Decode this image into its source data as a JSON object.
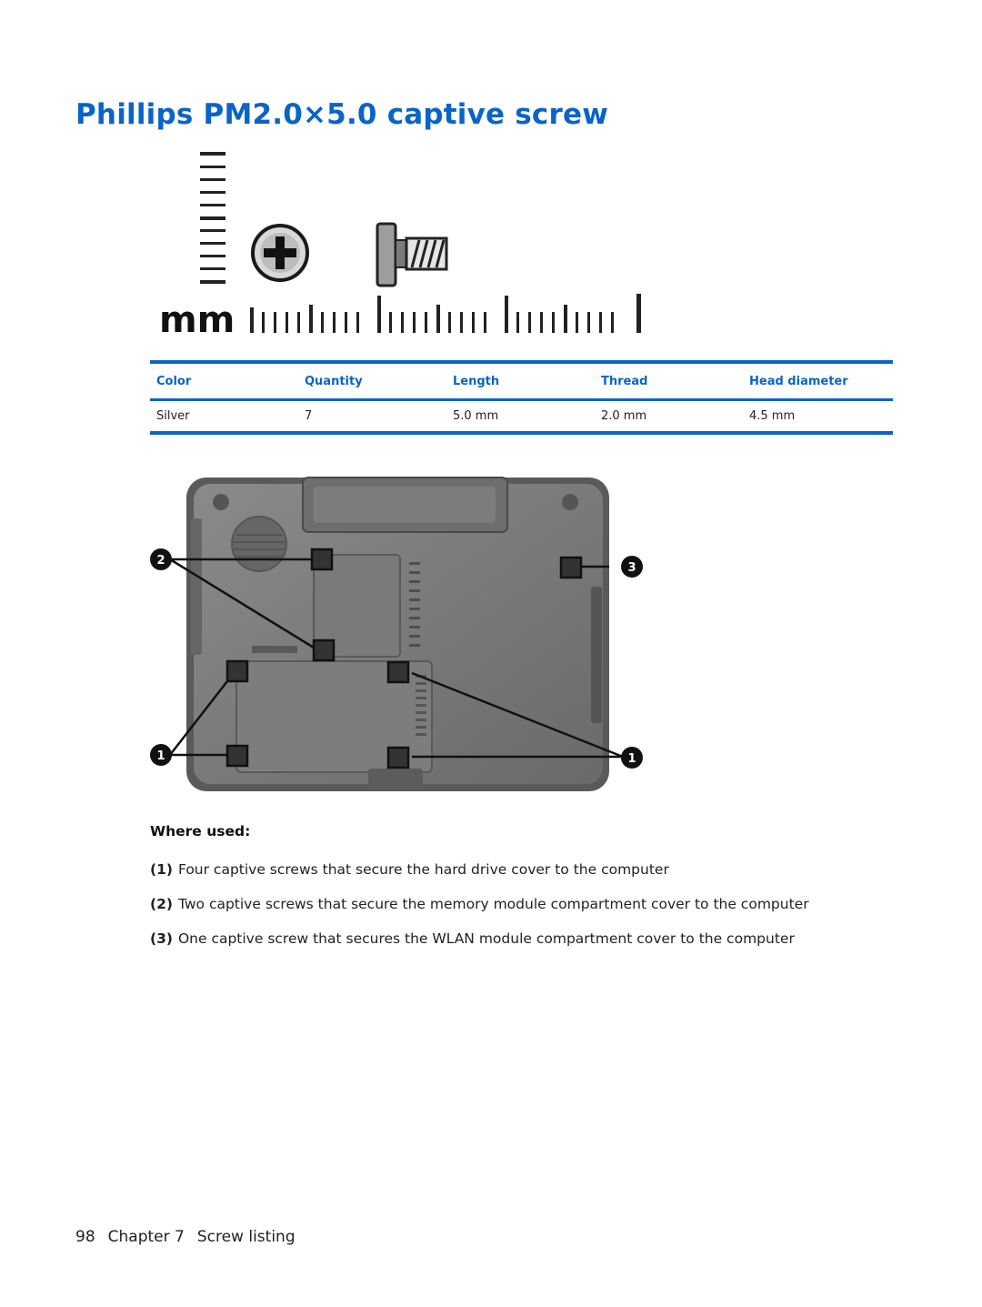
{
  "page": {
    "title": "Phillips PM2.0×5.0 captive screw"
  },
  "screw_figure": {
    "scale_label": "mm",
    "icons": [
      "ruler-vertical",
      "phillips-head",
      "screw-side",
      "ruler-horizontal"
    ]
  },
  "spec_table": {
    "headers": [
      "Color",
      "Quantity",
      "Length",
      "Thread",
      "Head diameter"
    ],
    "rows": [
      [
        "Silver",
        "7",
        "5.0 mm",
        "2.0 mm",
        "4.5 mm"
      ]
    ]
  },
  "callouts": {
    "one": "1",
    "two": "2",
    "three": "3"
  },
  "where_used": {
    "title": "Where used:",
    "items": [
      {
        "num": "(1)",
        "text": "Four captive screws that secure the hard drive cover to the computer"
      },
      {
        "num": "(2)",
        "text": "Two captive screws that secure the memory module compartment cover to the computer"
      },
      {
        "num": "(3)",
        "text": "One captive screw that secures the WLAN module compartment cover to the computer"
      }
    ]
  },
  "footer": {
    "page_number": "98",
    "chapter": "Chapter 7",
    "section": "Screw listing"
  },
  "colors": {
    "accent": "#0a64c8",
    "text": "#222222"
  }
}
